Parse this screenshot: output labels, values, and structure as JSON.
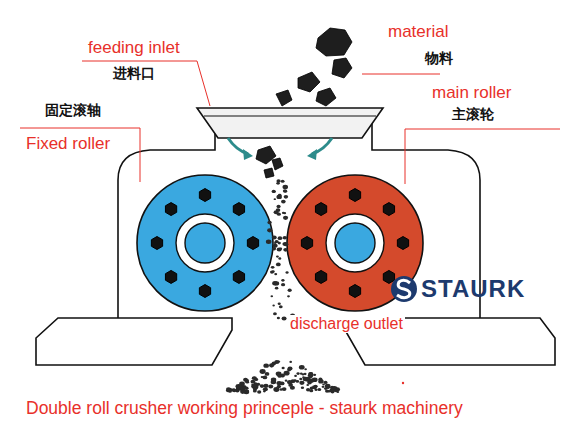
{
  "diagram": {
    "caption": "Double roll crusher working princeple - staurk machinery",
    "labels": [
      "feeding inlet",
      "进料口",
      "material",
      "物料",
      "固定滚轴",
      "Fixed roller",
      "main roller",
      "主滚轮",
      "STAURK",
      "discharge outlet"
    ]
  }
}
